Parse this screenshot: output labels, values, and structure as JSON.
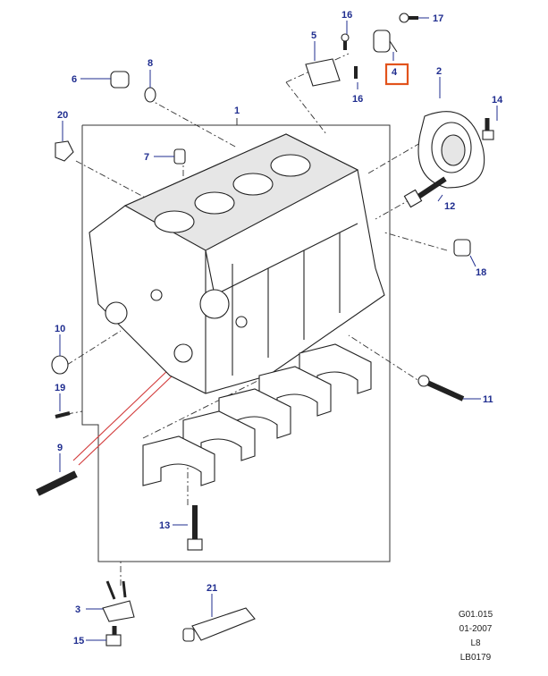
{
  "callouts": {
    "c1": "1",
    "c2": "2",
    "c3": "3",
    "c4": "4",
    "c5": "5",
    "c6": "6",
    "c7": "7",
    "c8": "8",
    "c9": "9",
    "c10": "10",
    "c11": "11",
    "c12": "12",
    "c13": "13",
    "c14": "14",
    "c15": "15",
    "c16a": "16",
    "c16b": "16",
    "c17": "17",
    "c18": "18",
    "c19": "19",
    "c20": "20",
    "c21": "21"
  },
  "selected_part": "4",
  "highlight_color": "#e2531c",
  "callout_color": "#1f2d8f",
  "reference": {
    "code": "G01.015",
    "date": "01-2007",
    "model": "L8",
    "sheet": "LB0179"
  }
}
